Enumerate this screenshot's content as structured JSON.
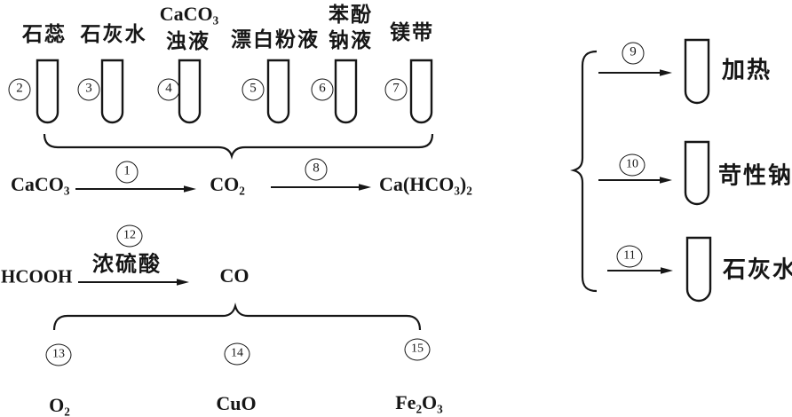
{
  "diagram": {
    "tubes_top": [
      {
        "step": "2",
        "label1": "石蕊",
        "label2": ""
      },
      {
        "step": "3",
        "label1": "石灰水",
        "label2": ""
      },
      {
        "step": "4",
        "label1": "CaCO₃",
        "label2": "浊液"
      },
      {
        "step": "5",
        "label1": "漂白粉液",
        "label2": ""
      },
      {
        "step": "6",
        "label1": "苯酚",
        "label2": "钠液"
      },
      {
        "step": "7",
        "label1": "镁带",
        "label2": ""
      }
    ],
    "reaction1": {
      "reactant": "CaCO₃",
      "step_a": "1",
      "intermediate": "CO₂",
      "step_b": "8",
      "product": "Ca(HCO₃)₂"
    },
    "reaction2": {
      "reactant": "HCOOH",
      "step": "12",
      "condition": "浓硫酸",
      "product": "CO"
    },
    "bottom_items": [
      {
        "step": "13",
        "formula": "O₂"
      },
      {
        "step": "14",
        "formula": "CuO"
      },
      {
        "step": "15",
        "formula": "Fe₂O₃"
      }
    ],
    "right_branches": [
      {
        "step": "9",
        "label": "加热"
      },
      {
        "step": "10",
        "label": "苛性钠"
      },
      {
        "step": "11",
        "label": "石灰水"
      }
    ]
  }
}
